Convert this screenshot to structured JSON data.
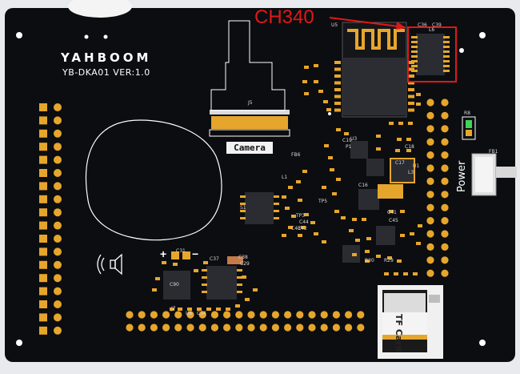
{
  "board": {
    "brand": "YAHBOOM",
    "model_version": "YB-DKA01  VER:1.0",
    "camera_label": "Camera",
    "power_label": "Power",
    "tf_card_label": "TF Card",
    "plus_sign": "+",
    "minus_sign": "−"
  },
  "annotation": {
    "callout_text": "CH340",
    "color": "#e11818"
  },
  "silkscreen": [
    "U5",
    "C36",
    "C39",
    "J5",
    "C18",
    "C17",
    "C16",
    "U3",
    "L3",
    "U1",
    "L1",
    "FB6",
    "TP5",
    "TP3",
    "C44",
    "C42",
    "C43",
    "C45",
    "C41",
    "R30",
    "R29",
    "C29",
    "C31",
    "C90",
    "J7",
    "U8",
    "C34",
    "C37",
    "C38",
    "R8",
    "FB1",
    "P1",
    "S1",
    "L6",
    "C19"
  ],
  "colors": {
    "board": "#0c0d10",
    "pad": "#e6a62c",
    "background": "#e9eaee",
    "accent": "#e11818"
  },
  "icons": [
    "speaker-icon"
  ]
}
